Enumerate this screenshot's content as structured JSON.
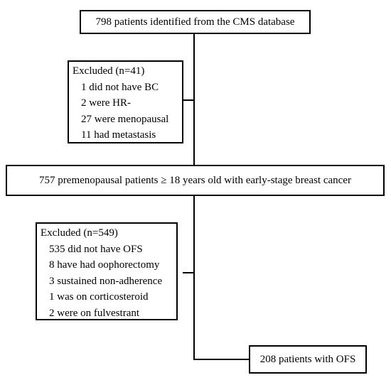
{
  "flowchart": {
    "top_box": "798 patients identified from the CMS database",
    "exclusion_1": {
      "title": "Excluded (n=41)",
      "items": [
        "1 did not have BC",
        "2 were HR-",
        "27 were menopausal",
        "11 had metastasis"
      ]
    },
    "middle_box": "757 premenopausal patients ≥ 18 years old with early-stage breast cancer",
    "exclusion_2": {
      "title": "Excluded (n=549)",
      "items": [
        "535 did not have OFS",
        "8 have had oophorectomy",
        "3 sustained non-adherence",
        "1 was on corticosteroid",
        "2 were on fulvestrant"
      ]
    },
    "final_box": "208 patients with OFS"
  }
}
